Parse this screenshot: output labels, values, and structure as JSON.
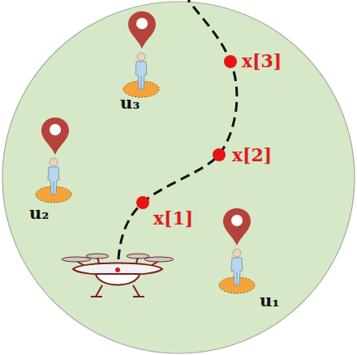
{
  "diagram": {
    "labels": [
      "x[3]",
      "u₃",
      "x[2]",
      "u₂",
      "x[1]",
      "u₁"
    ]
  }
}
